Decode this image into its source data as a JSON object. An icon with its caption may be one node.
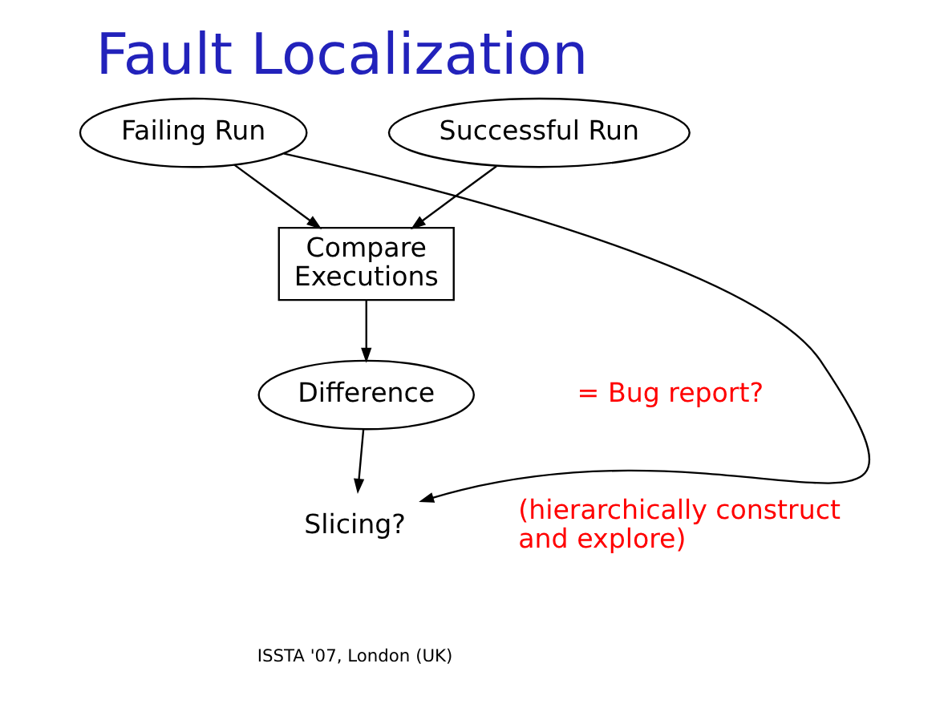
{
  "diagram": {
    "title": "Fault Localization",
    "nodes": [
      {
        "text": [
          "Failing Run"
        ]
      },
      {
        "text": [
          "Successful Run"
        ]
      },
      {
        "text": [
          "Compare Executions"
        ]
      },
      {
        "text": [
          "Difference"
        ]
      },
      {
        "text": [
          "Slicing?"
        ]
      }
    ],
    "edges": [
      {
        "from": 0,
        "to": 2,
        "arrow": "to"
      },
      {
        "from": 1,
        "to": 2,
        "arrow": "to"
      },
      {
        "from": 2,
        "to": 3,
        "arrow": "to"
      },
      {
        "from": 3,
        "to": 4,
        "arrow": "to"
      },
      {
        "from": 0,
        "to": 4,
        "arrow": "to"
      }
    ],
    "labels": [
      "= Bug report?",
      "(hierarchically construct and explore)",
      "ISSTA '07, London (UK)"
    ]
  }
}
